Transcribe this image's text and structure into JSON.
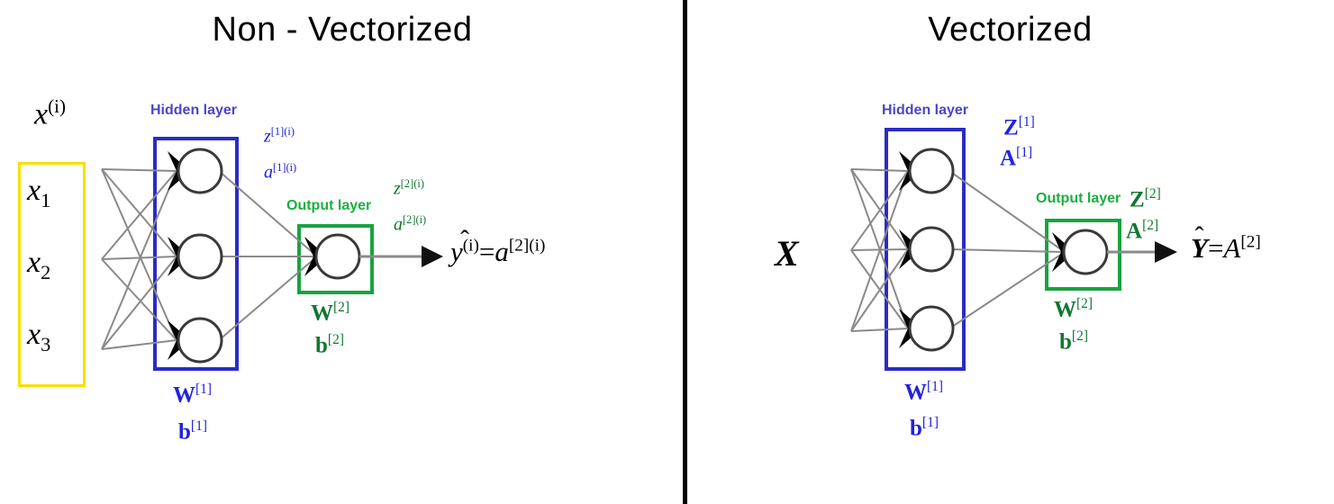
{
  "figure": {
    "divider_color": "#000000",
    "background": "#ffffff"
  },
  "colors": {
    "hidden_blue": "#2b2bc6",
    "hidden_caption_blue": "#4b45c8",
    "output_green": "#18a340",
    "output_caption_green": "#19b03f",
    "math_blue": "#2222dd",
    "math_green": "#117733",
    "input_box_yellow": "#f5e003",
    "edge_gray": "#8a8a8a",
    "neuron_stroke": "#3a3a3a"
  },
  "left_panel": {
    "title": "Non - Vectorized",
    "input_symbol": "x",
    "input_symbol_sup": "(i)",
    "input_values": [
      "x",
      "x",
      "x"
    ],
    "input_subscripts": [
      "1",
      "2",
      "3"
    ],
    "hidden_caption": "Hidden layer",
    "output_caption": "Output layer",
    "hidden_activations": [
      {
        "base": "z",
        "sup": "[1](i)"
      },
      {
        "base": "a",
        "sup": "[1](i)"
      }
    ],
    "output_activations": [
      {
        "base": "z",
        "sup": "[2](i)"
      },
      {
        "base": "a",
        "sup": "[2](i)"
      }
    ],
    "hidden_params": [
      {
        "base": "W",
        "sup": "[1]"
      },
      {
        "base": "b",
        "sup": "[1]"
      }
    ],
    "output_params": [
      {
        "base": "W",
        "sup": "[2]"
      },
      {
        "base": "b",
        "sup": "[2]"
      }
    ],
    "output_expression": {
      "yhat": "y",
      "yhat_sup": "(i)",
      "equals": "=",
      "rhs_base": "a",
      "rhs_sup": "[2](i)"
    },
    "neuron_counts": {
      "input": 3,
      "hidden": 3,
      "output": 1
    }
  },
  "right_panel": {
    "title": "Vectorized",
    "input_symbol": "X",
    "hidden_caption": "Hidden layer",
    "output_caption": "Output layer",
    "hidden_activations": [
      {
        "base": "Z",
        "sup": "[1]"
      },
      {
        "base": "A",
        "sup": "[1]"
      }
    ],
    "output_activations": [
      {
        "base": "Z",
        "sup": "[2]"
      },
      {
        "base": "A",
        "sup": "[2]"
      }
    ],
    "hidden_params": [
      {
        "base": "W",
        "sup": "[1]"
      },
      {
        "base": "b",
        "sup": "[1]"
      }
    ],
    "output_params": [
      {
        "base": "W",
        "sup": "[2]"
      },
      {
        "base": "b",
        "sup": "[2]"
      }
    ],
    "output_expression": {
      "yhat": "Y",
      "equals": "=",
      "rhs_base": "A",
      "rhs_sup": "[2]"
    },
    "neuron_counts": {
      "input": 3,
      "hidden": 3,
      "output": 1
    }
  }
}
